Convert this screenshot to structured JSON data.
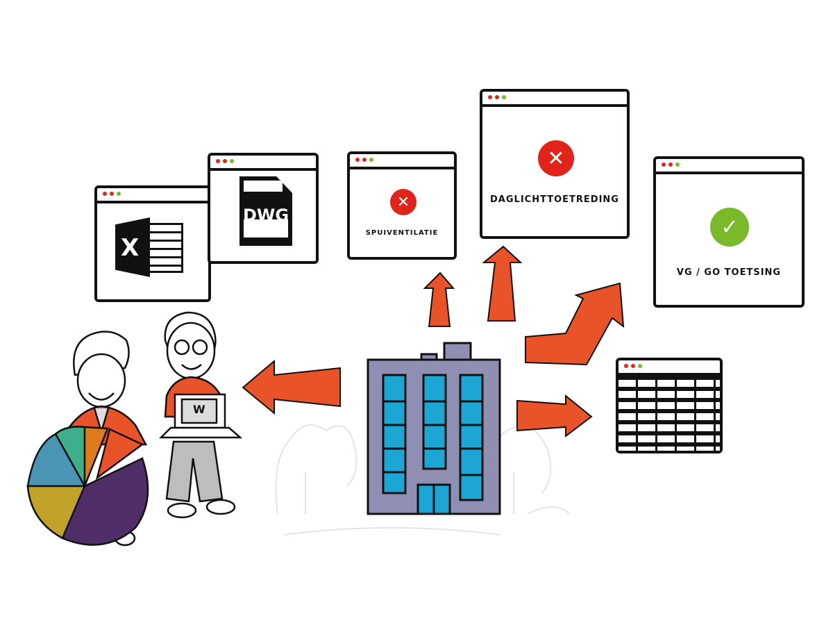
{
  "files": {
    "excel_letter": "X",
    "dwg_label": "DWG",
    "word_letter": "W"
  },
  "checks": [
    {
      "label": "SPUIVENTILATIE",
      "status": "fail",
      "icon": "x-icon"
    },
    {
      "label": "DAGLICHTTOETREDING",
      "status": "fail",
      "icon": "x-icon"
    },
    {
      "label": "VG / GO TOETSING",
      "status": "pass",
      "icon": "check-icon"
    }
  ],
  "colors": {
    "fail": "#e2231a",
    "pass": "#7ab929",
    "arrow": "#e8532a",
    "building": "#8f8fb3",
    "window": "#1ba6d4"
  },
  "chart_segments": [
    {
      "color": "#4f2e67"
    },
    {
      "color": "#c2a32a"
    },
    {
      "color": "#4a95b4"
    },
    {
      "color": "#3fae8a"
    },
    {
      "color": "#e07a1e"
    },
    {
      "color": "#e8532a"
    }
  ]
}
